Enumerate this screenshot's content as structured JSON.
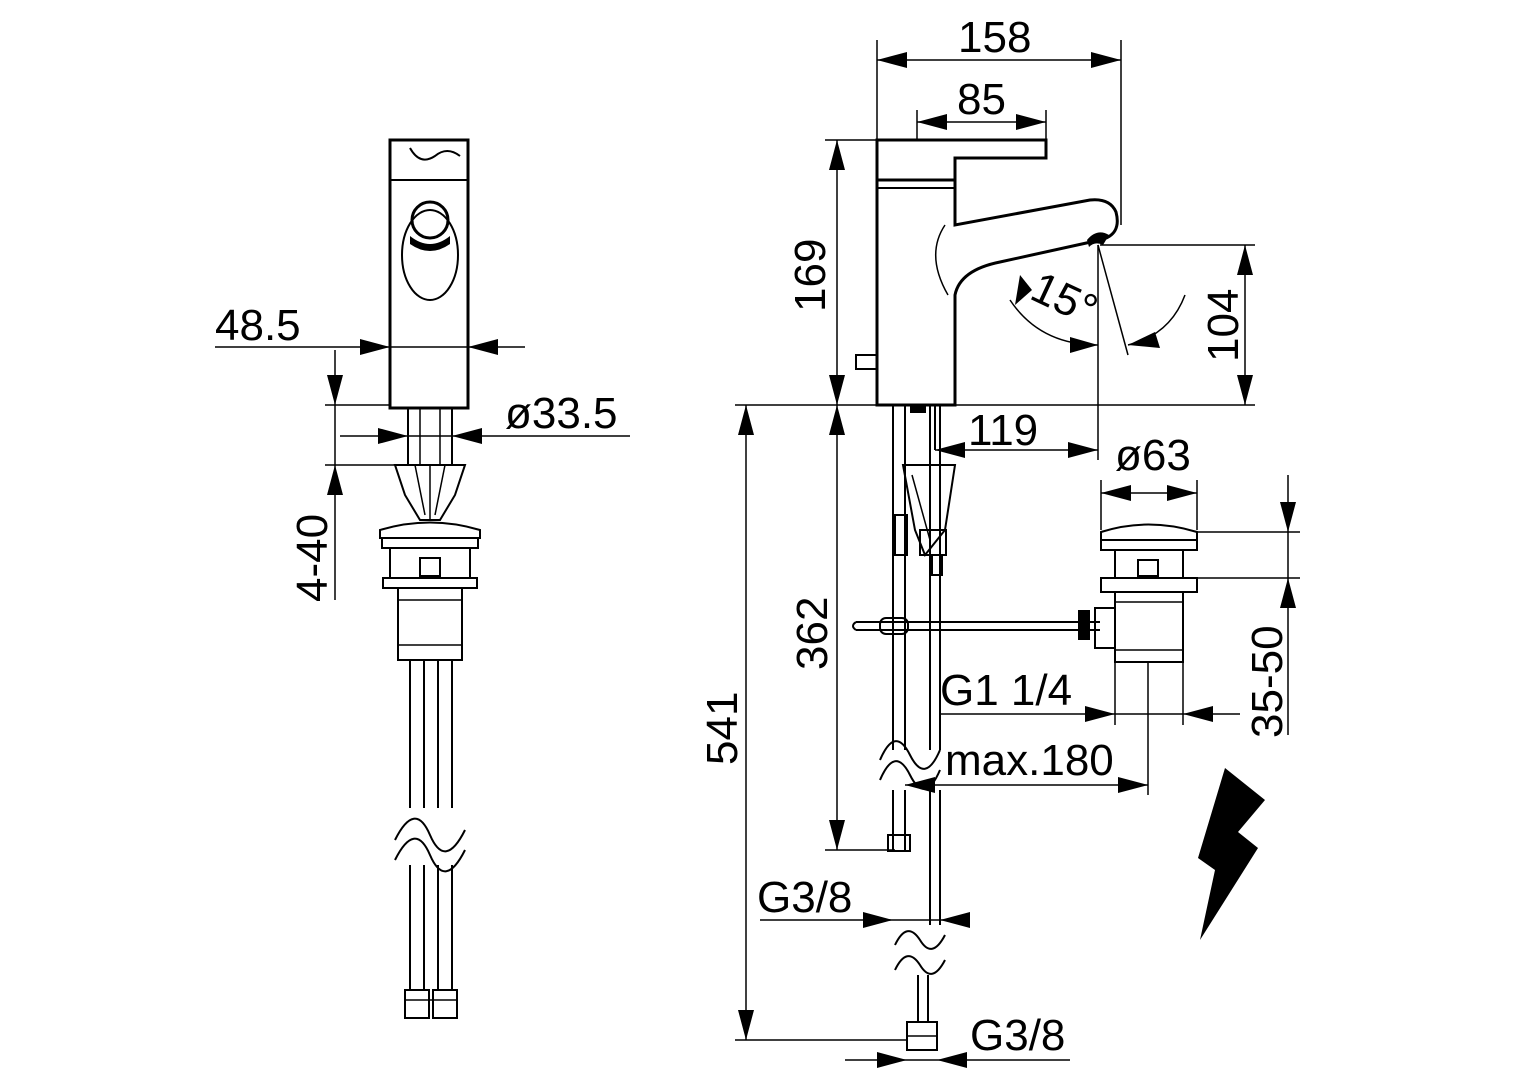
{
  "dimensions": {
    "width_total": "158",
    "lever_length": "85",
    "height_body": "169",
    "spout_height": "104",
    "angle": "15°",
    "spout_reach": "119",
    "body_width": "48.5",
    "hole_diameter": "ø33.5",
    "deck_thickness": "4-40",
    "waste_diameter": "ø63",
    "waste_adjust": "35-50",
    "waste_thread": "G1 1/4",
    "max_reach": "max.180",
    "hose_length": "362",
    "total_length": "541",
    "connection_top": "G3/8",
    "connection_bottom": "G3/8"
  },
  "colors": {
    "line": "#000000",
    "background": "#ffffff"
  },
  "icons": [
    "lightning-icon"
  ]
}
